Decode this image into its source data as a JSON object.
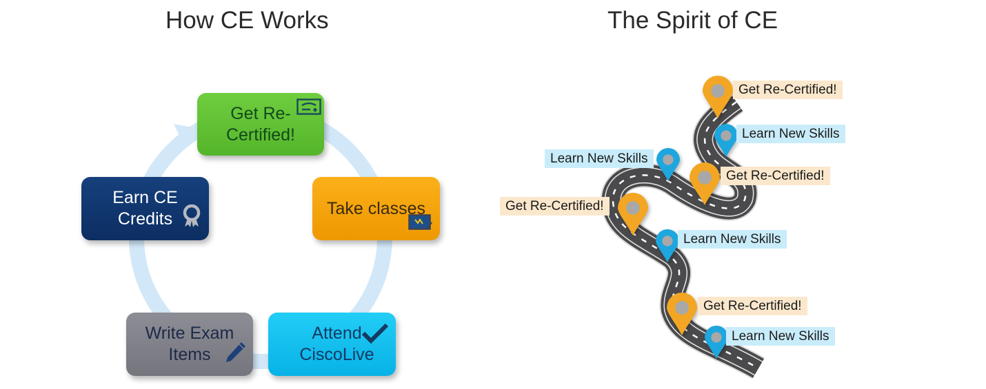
{
  "left_panel": {
    "title": "How CE Works",
    "steps": [
      {
        "label": "Get Re-\nCertified!",
        "icon": "certificate-icon",
        "color": "#62c234"
      },
      {
        "label": "Take classes",
        "icon": "whiteboard-icon",
        "color": "#f7a40d"
      },
      {
        "label": "Attend\nCiscoLive",
        "icon": "checkmark-icon",
        "color": "#14c0ef"
      },
      {
        "label": "Write Exam\nItems",
        "icon": "pencil-icon",
        "color": "#82828a"
      },
      {
        "label": "Earn CE\nCredits",
        "icon": "award-ribbon-icon",
        "color": "#12386f"
      }
    ],
    "cycle_arrow_color": "#cfe6f7"
  },
  "right_panel": {
    "title": "The Spirit of CE",
    "milestones": [
      {
        "label": "Get Re-Certified!",
        "type": "recert",
        "pin_color": "#f2a623"
      },
      {
        "label": "Learn New Skills",
        "type": "learn",
        "pin_color": "#1ea6de"
      },
      {
        "label": "Learn New Skills",
        "type": "learn",
        "pin_color": "#1ea6de"
      },
      {
        "label": "Get Re-Certified!",
        "type": "recert",
        "pin_color": "#f2a623"
      },
      {
        "label": "Get Re-Certified!",
        "type": "recert",
        "pin_color": "#f2a623"
      },
      {
        "label": "Learn New Skills",
        "type": "learn",
        "pin_color": "#1ea6de"
      },
      {
        "label": "Get Re-Certified!",
        "type": "recert",
        "pin_color": "#f2a623"
      },
      {
        "label": "Learn New Skills",
        "type": "learn",
        "pin_color": "#1ea6de"
      }
    ],
    "road_color": "#4a4a4c"
  }
}
